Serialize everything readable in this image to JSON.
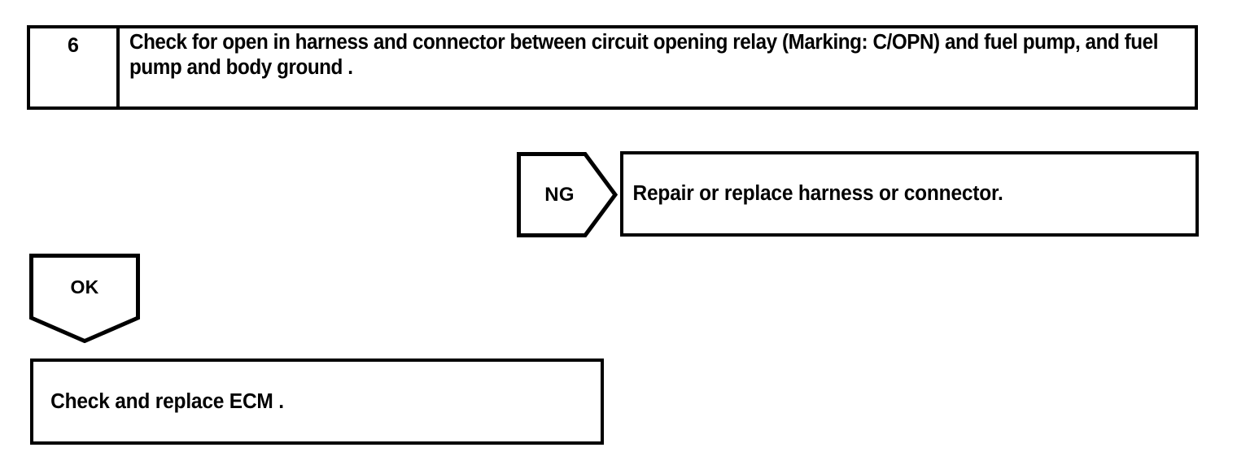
{
  "page": {
    "title": "Diagnostic flowchart — step 6",
    "background_color": "#ffffff",
    "line_color": "#000000",
    "text_color": "#000000"
  },
  "step_table": {
    "number": "6",
    "instruction": "Check for open in harness and connector between circuit opening relay (Marking: C/OPN) and fuel pump, and fuel pump and body ground ."
  },
  "branches": {
    "ng": {
      "tag_label": "NG",
      "action_text": "Repair or replace harness or connector."
    },
    "ok": {
      "tag_label": "OK",
      "action_text": "Check and replace ECM ."
    }
  }
}
